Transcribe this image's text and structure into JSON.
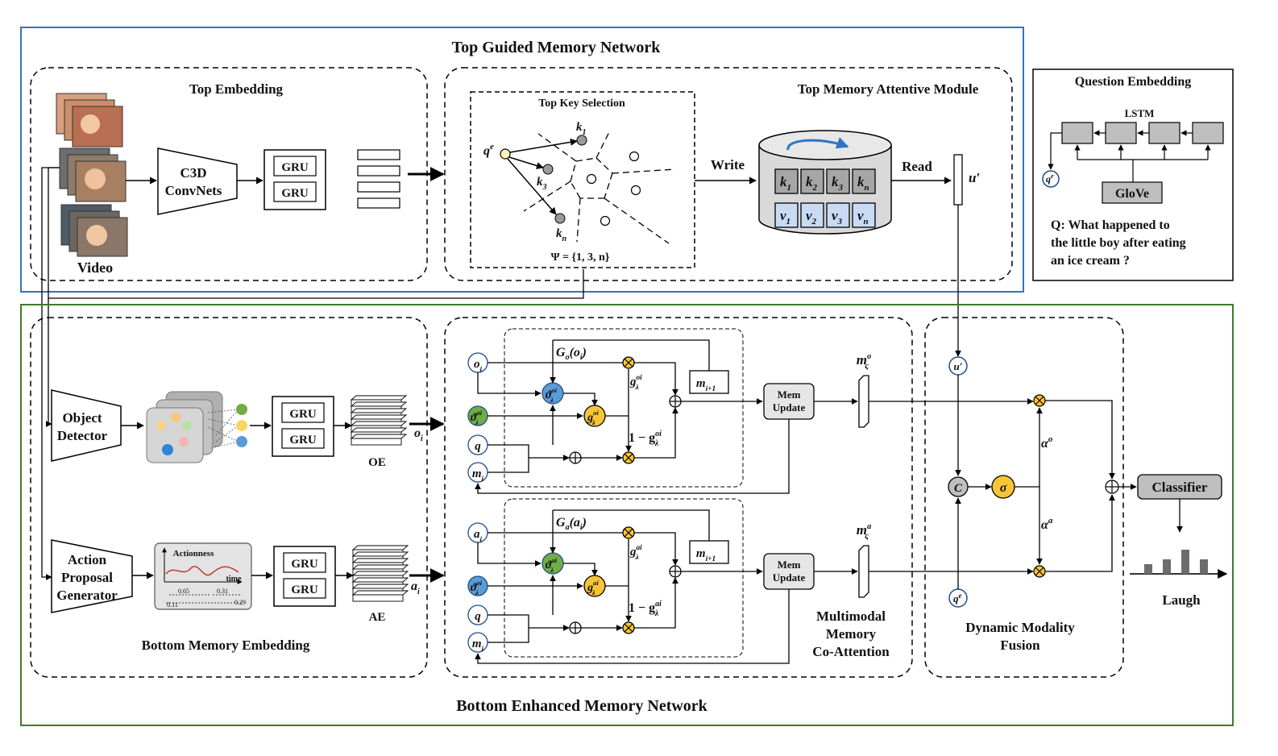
{
  "top": {
    "title": "Top  Guided Memory Network",
    "embedding_title": "Top  Embedding",
    "video_label": "Video",
    "c3d_line1": "C3D",
    "c3d_line2": "ConvNets",
    "gru": "GRU",
    "memory_title": "Top  Memory  Attentive Module",
    "key_selection_title": "Top Key Selection",
    "psi": "Ψ = {1, 3, n}",
    "qe": "q",
    "qe_sup": "e",
    "k1": "k",
    "k1_sub": "1",
    "k3": "k",
    "k3_sub": "3",
    "kn": "k",
    "kn_sub": "n",
    "write": "Write",
    "read": "Read",
    "u_prime": "u′",
    "mem_keys": [
      {
        "k": "k",
        "s": "1"
      },
      {
        "k": "k",
        "s": "2"
      },
      {
        "k": "k",
        "s": "3"
      },
      {
        "k": "k",
        "s": "n"
      }
    ],
    "mem_vals": [
      {
        "k": "v",
        "s": "1"
      },
      {
        "k": "v",
        "s": "2"
      },
      {
        "k": "v",
        "s": "3"
      },
      {
        "k": "v",
        "s": "n"
      }
    ]
  },
  "question": {
    "title": "Question Embedding",
    "lstm": "LSTM",
    "glove": "GloVe",
    "qe": "q",
    "qe_sup": "e",
    "q_line1": "Q: What  happened  to",
    "q_line2": "the  little boy after eating",
    "q_line3": "an ice cream ?"
  },
  "bottom": {
    "title": "Bottom Enhanced Memory Network",
    "embedding_title": "Bottom  Memory Embedding",
    "object_line1": "Object",
    "object_line2": "Detector",
    "action_line1": "Action",
    "action_line2": "Proposal",
    "action_line3": "Generator",
    "gru": "GRU",
    "oe": "OE",
    "ae": "AE",
    "oi": "o",
    "oi_sub": "i",
    "ai": "a",
    "ai_sub": "i",
    "actionness": "Actionness",
    "time": "time",
    "ticks": [
      "0.65",
      "0.31",
      "0.11",
      "0.29"
    ],
    "coatt_line1": "Multimodal",
    "coatt_line2": "Memory",
    "coatt_line3": "Co-Attention",
    "mem_update_line1": "Mem",
    "mem_update_line2": "Update",
    "go": "G",
    "go_arg": "(o",
    "ga_arg": "(a",
    "m_next": "m",
    "m_next_sub": "i+1",
    "mi": "m",
    "q": "q",
    "one_minus_g": "1 − g",
    "g": "g",
    "lambda": "λ",
    "theta": "ϑ",
    "mo": "m",
    "mo_sub": "ς",
    "mo_sup": "o",
    "ma_sup": "a",
    "fusion_line1": "Dynamic Modality",
    "fusion_line2": "Fusion",
    "c_sym": "C",
    "sigma": "σ",
    "alpha": "α",
    "alpha_o": "o",
    "alpha_a": "a",
    "u_prime": "u′",
    "qe": "q",
    "qe_sup": "e",
    "classifier": "Classifier",
    "laugh": "Laugh"
  },
  "colors": {
    "top_border": "#2f74c4",
    "bottom_border": "#3f7a2c",
    "blue_node": "#5b9bd5",
    "green_node": "#70ad47",
    "yellow_node": "#f8c537",
    "gray_box": "#bfbfbf",
    "mem_key_bg": "#a6a6a6",
    "mem_val_bg": "#c9daf4"
  }
}
